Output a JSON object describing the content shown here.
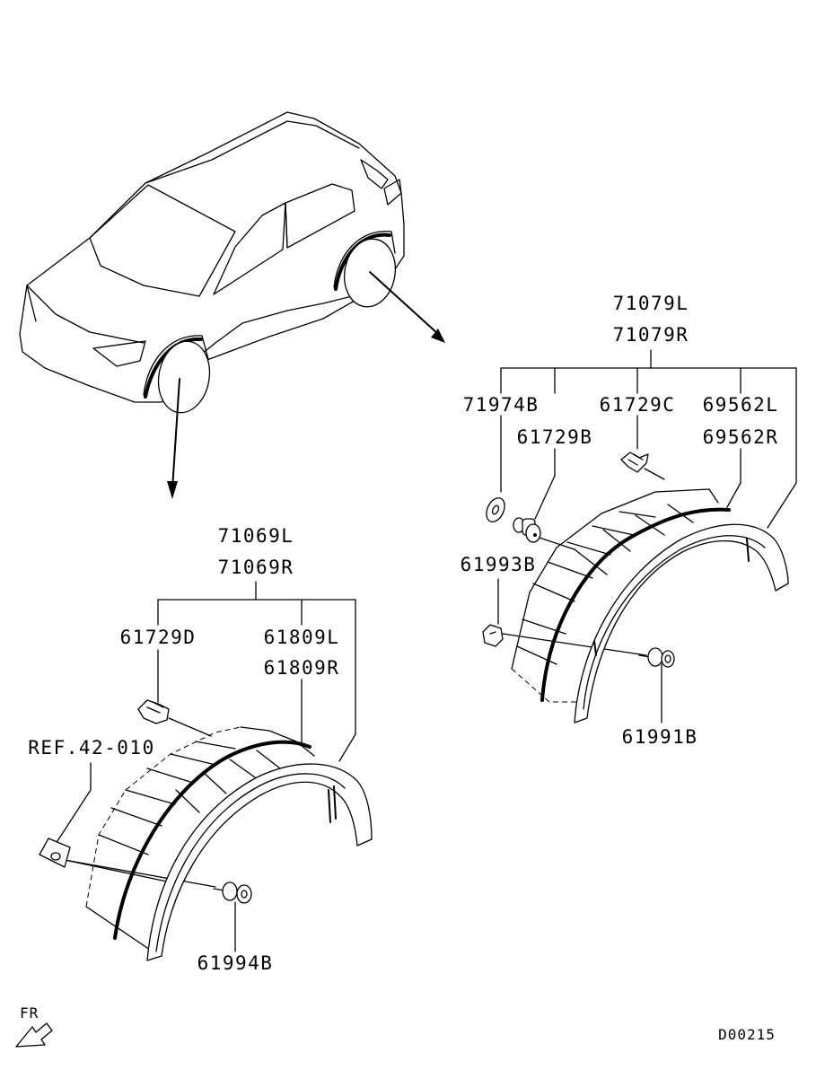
{
  "diagram": {
    "code": "D00215",
    "front_indicator": "FR",
    "rear_assembly": {
      "part_numbers": [
        "71079L",
        "71079R"
      ],
      "components": [
        {
          "id": "washer",
          "part": "71974B"
        },
        {
          "id": "clip-b",
          "part": "61729B"
        },
        {
          "id": "clip-c",
          "part": "61729C"
        },
        {
          "id": "molding",
          "part": [
            "69562L",
            "69562R"
          ]
        },
        {
          "id": "nut",
          "part": "61993B"
        },
        {
          "id": "bolt",
          "part": "61991B"
        }
      ]
    },
    "front_assembly": {
      "part_numbers": [
        "71069L",
        "71069R"
      ],
      "components": [
        {
          "id": "clip-d",
          "part": "61729D"
        },
        {
          "id": "molding",
          "part": [
            "61809L",
            "61809R"
          ]
        },
        {
          "id": "reference",
          "part": "REF.42-010"
        },
        {
          "id": "bolt",
          "part": "61994B"
        }
      ]
    }
  }
}
